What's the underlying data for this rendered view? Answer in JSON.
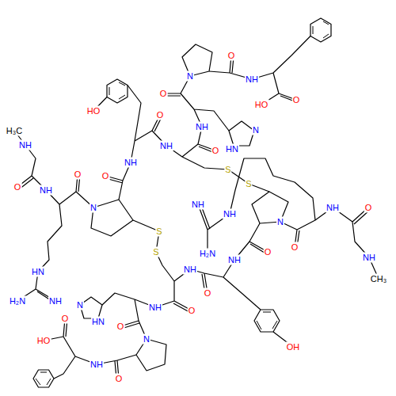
{
  "diagram": {
    "labels": [
      "HO",
      "N",
      "O",
      "NH",
      "HO",
      "O",
      "O",
      "NH",
      "N",
      "HN",
      "O",
      "NH",
      "NH",
      "O",
      "S",
      "S",
      "O",
      "N",
      "O",
      "H₃C",
      "NH",
      "O",
      "NH",
      "HN",
      "H₂N",
      "NH",
      "S",
      "S",
      "NH",
      "H₂N",
      "NH",
      "N",
      "O",
      "O",
      "NH",
      "O",
      "NH",
      "CH₃",
      "NH",
      "O",
      "NH",
      "OH",
      "N",
      "HN",
      "O",
      "NH",
      "O",
      "N",
      "O",
      "NH",
      "HO",
      "O"
    ]
  }
}
